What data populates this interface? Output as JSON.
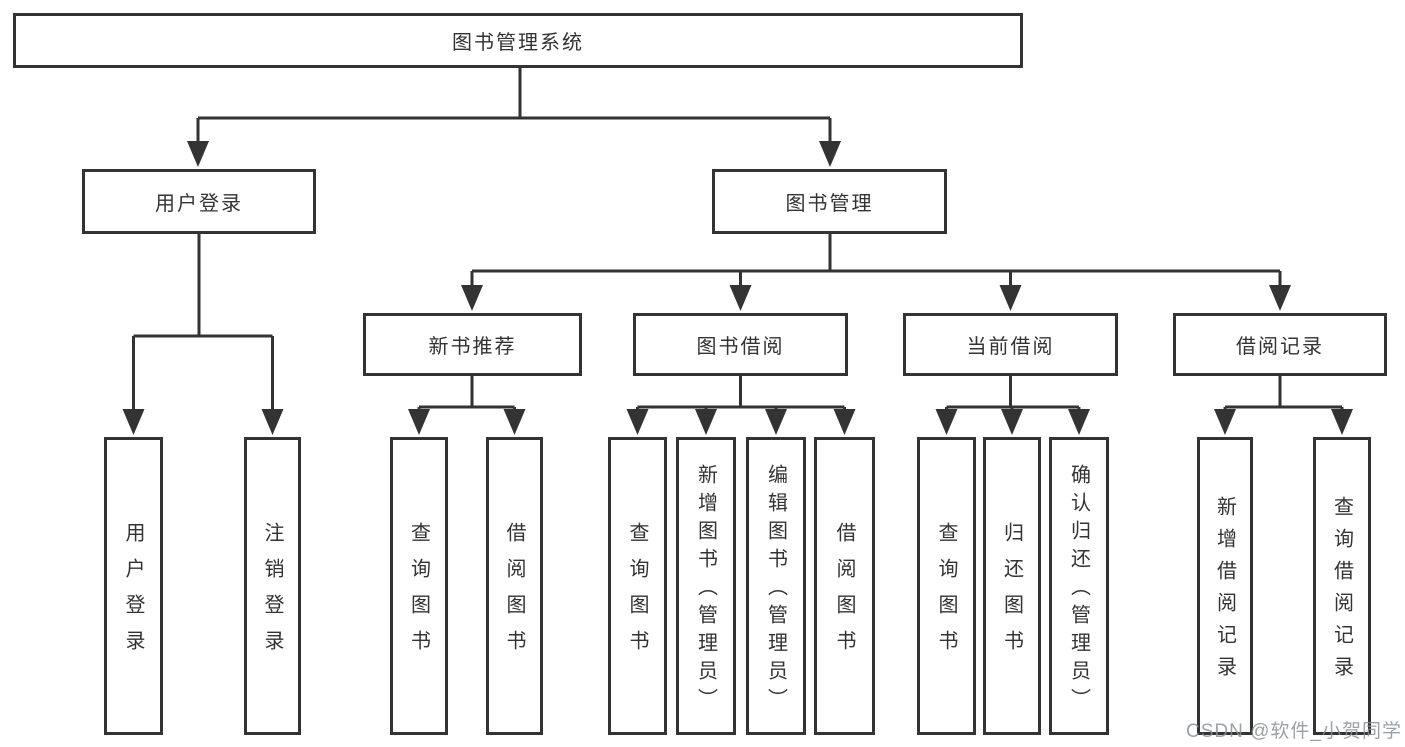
{
  "diagram": {
    "type": "hierarchy-tree",
    "tree": {
      "label": "图书管理系统",
      "children": [
        {
          "label": "用户登录",
          "children": [
            {
              "label": "用户登录"
            },
            {
              "label": "注销登录"
            }
          ]
        },
        {
          "label": "图书管理",
          "children": [
            {
              "label": "新书推荐",
              "children": [
                {
                  "label": "查询图书"
                },
                {
                  "label": "借阅图书"
                }
              ]
            },
            {
              "label": "图书借阅",
              "children": [
                {
                  "label": "查询图书"
                },
                {
                  "label": "新增图书（管理员）"
                },
                {
                  "label": "编辑图书（管理员）"
                },
                {
                  "label": "借阅图书"
                }
              ]
            },
            {
              "label": "当前借阅",
              "children": [
                {
                  "label": "查询图书"
                },
                {
                  "label": "归还图书"
                },
                {
                  "label": "确认归还（管理员）"
                }
              ]
            },
            {
              "label": "借阅记录",
              "children": [
                {
                  "label": "新增借阅记录"
                },
                {
                  "label": "查询借阅记录"
                }
              ]
            }
          ]
        }
      ]
    },
    "colors": {
      "line": "#333333",
      "box_border": "#333333",
      "box_fill": "#ffffff",
      "text": "#333333",
      "background": "#ffffff",
      "watermark": "#8c9098"
    }
  },
  "watermark": {
    "text": "CSDN @软件_小贺同学"
  }
}
